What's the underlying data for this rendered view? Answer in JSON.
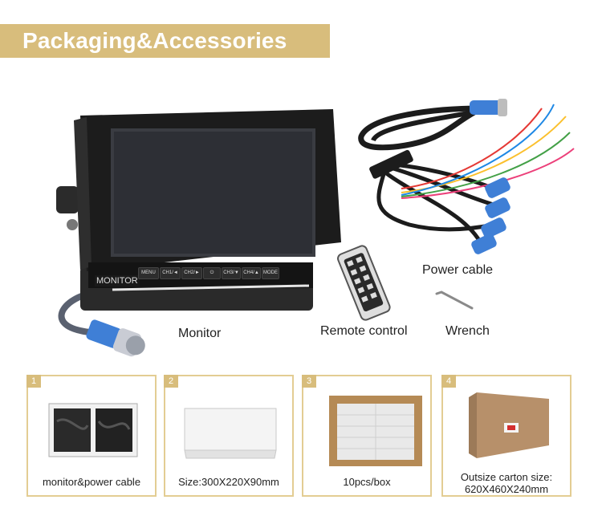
{
  "banner": {
    "title": "Packaging&Accessories"
  },
  "items": {
    "monitor": {
      "label": "Monitor",
      "bezel_text": "MONITOR",
      "buttons": [
        "MENU",
        "CH1/◄",
        "CH2/►",
        "⏻",
        "CH3/▼",
        "CH4/▲",
        "MODE"
      ]
    },
    "power_cable": {
      "label": "Power cable"
    },
    "remote": {
      "label": "Remote control"
    },
    "wrench": {
      "label": "Wrench"
    }
  },
  "packaging": [
    {
      "number": "1",
      "caption": "monitor&power cable"
    },
    {
      "number": "2",
      "caption": "Size:300X220X90mm"
    },
    {
      "number": "3",
      "caption": "10pcs/box"
    },
    {
      "number": "4",
      "caption_line1": "Outsize carton size:",
      "caption_line2": "620X460X240mm"
    }
  ],
  "colors": {
    "banner": "#d8bd7c",
    "box_border": "#e3cd93",
    "connector_blue": "#3f7fd6"
  }
}
